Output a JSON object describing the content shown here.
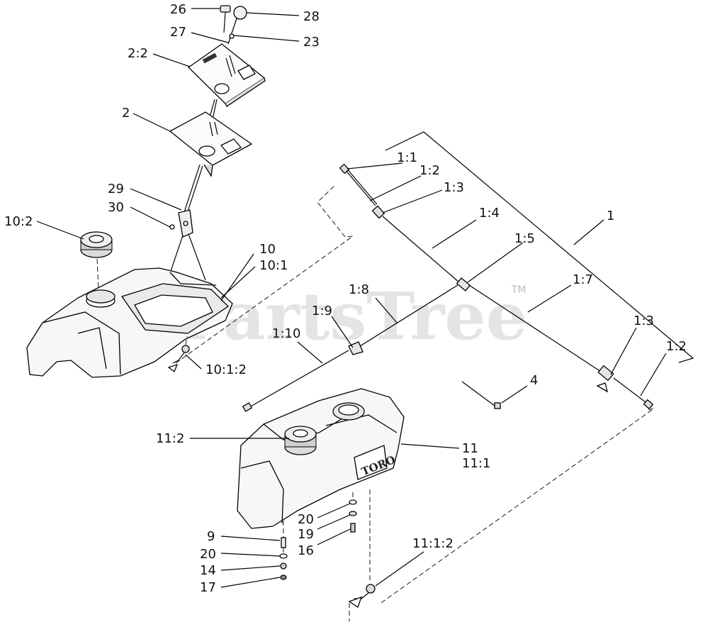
{
  "watermark": {
    "text": "PartsTree",
    "trademark": "TM"
  },
  "brand_on_tank": "TORO",
  "callouts": {
    "c26": "26",
    "c28": "28",
    "c27": "27",
    "c23": "23",
    "c2_2": "2:2",
    "c2": "2",
    "c29": "29",
    "c30": "30",
    "c10_2": "10:2",
    "c10": "10",
    "c10_1": "10:1",
    "c10_1_2": "10:1:2",
    "c1_1": "1:1",
    "c1_2a": "1:2",
    "c1_3a": "1:3",
    "c1_4": "1:4",
    "c1_5": "1:5",
    "c1": "1",
    "c1_7": "1:7",
    "c1_8": "1:8",
    "c1_9": "1:9",
    "c1_10": "1:10",
    "c1_3b": "1:3",
    "c1_2b": "1:2",
    "c4": "4",
    "c11_2": "11:2",
    "c11": "11",
    "c11_1": "11:1",
    "c20a": "20",
    "c19": "19",
    "c16": "16",
    "c9": "9",
    "c20b": "20",
    "c14": "14",
    "c17": "17",
    "c11_1_2": "11:1:2"
  }
}
